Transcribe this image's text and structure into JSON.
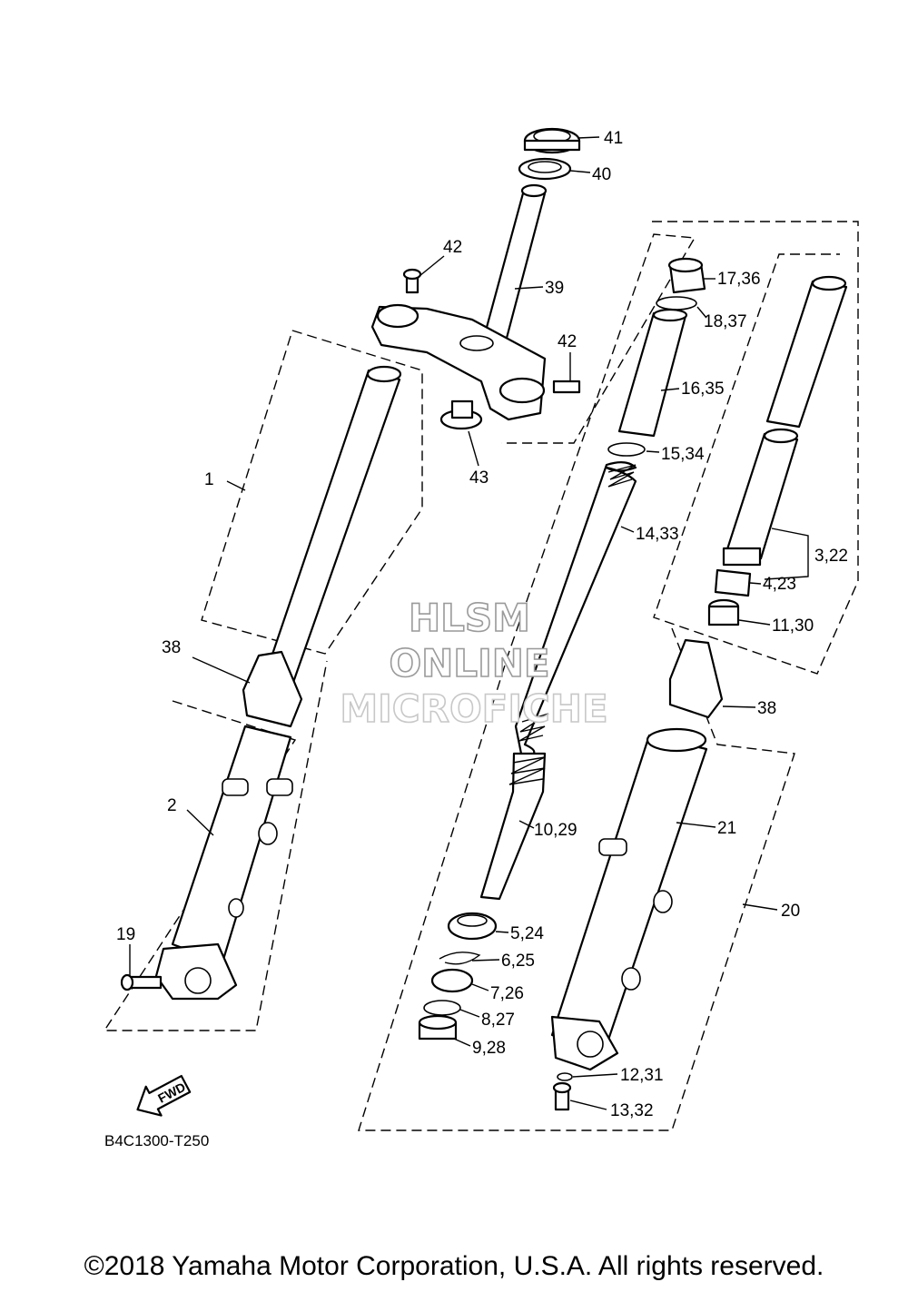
{
  "diagram": {
    "callouts": {
      "c1": "1",
      "c2": "2",
      "c19": "19",
      "c38a": "38",
      "c38b": "38",
      "c39": "39",
      "c40": "40",
      "c41": "41",
      "c42a": "42",
      "c42b": "42",
      "c43": "43",
      "c17": "17,36",
      "c18": "18,37",
      "c16": "16,35",
      "c15": "15,34",
      "c14": "14,33",
      "c3": "3,22",
      "c4": "4,23",
      "c11": "11,30",
      "c10": "10,29",
      "c21": "21",
      "c20": "20",
      "c5": "5,24",
      "c6": "6,25",
      "c7": "7,26",
      "c8": "8,27",
      "c9": "9,28",
      "c12": "12,31",
      "c13": "13,32"
    },
    "fwd_label": "FWD",
    "drawing_code": "B4C1300-T250",
    "watermark": [
      "HLSM",
      "ONLINE",
      "MICROFICHE"
    ]
  },
  "footer": {
    "copyright": "©2018 Yamaha Motor Corporation, U.S.A. All rights reserved."
  }
}
